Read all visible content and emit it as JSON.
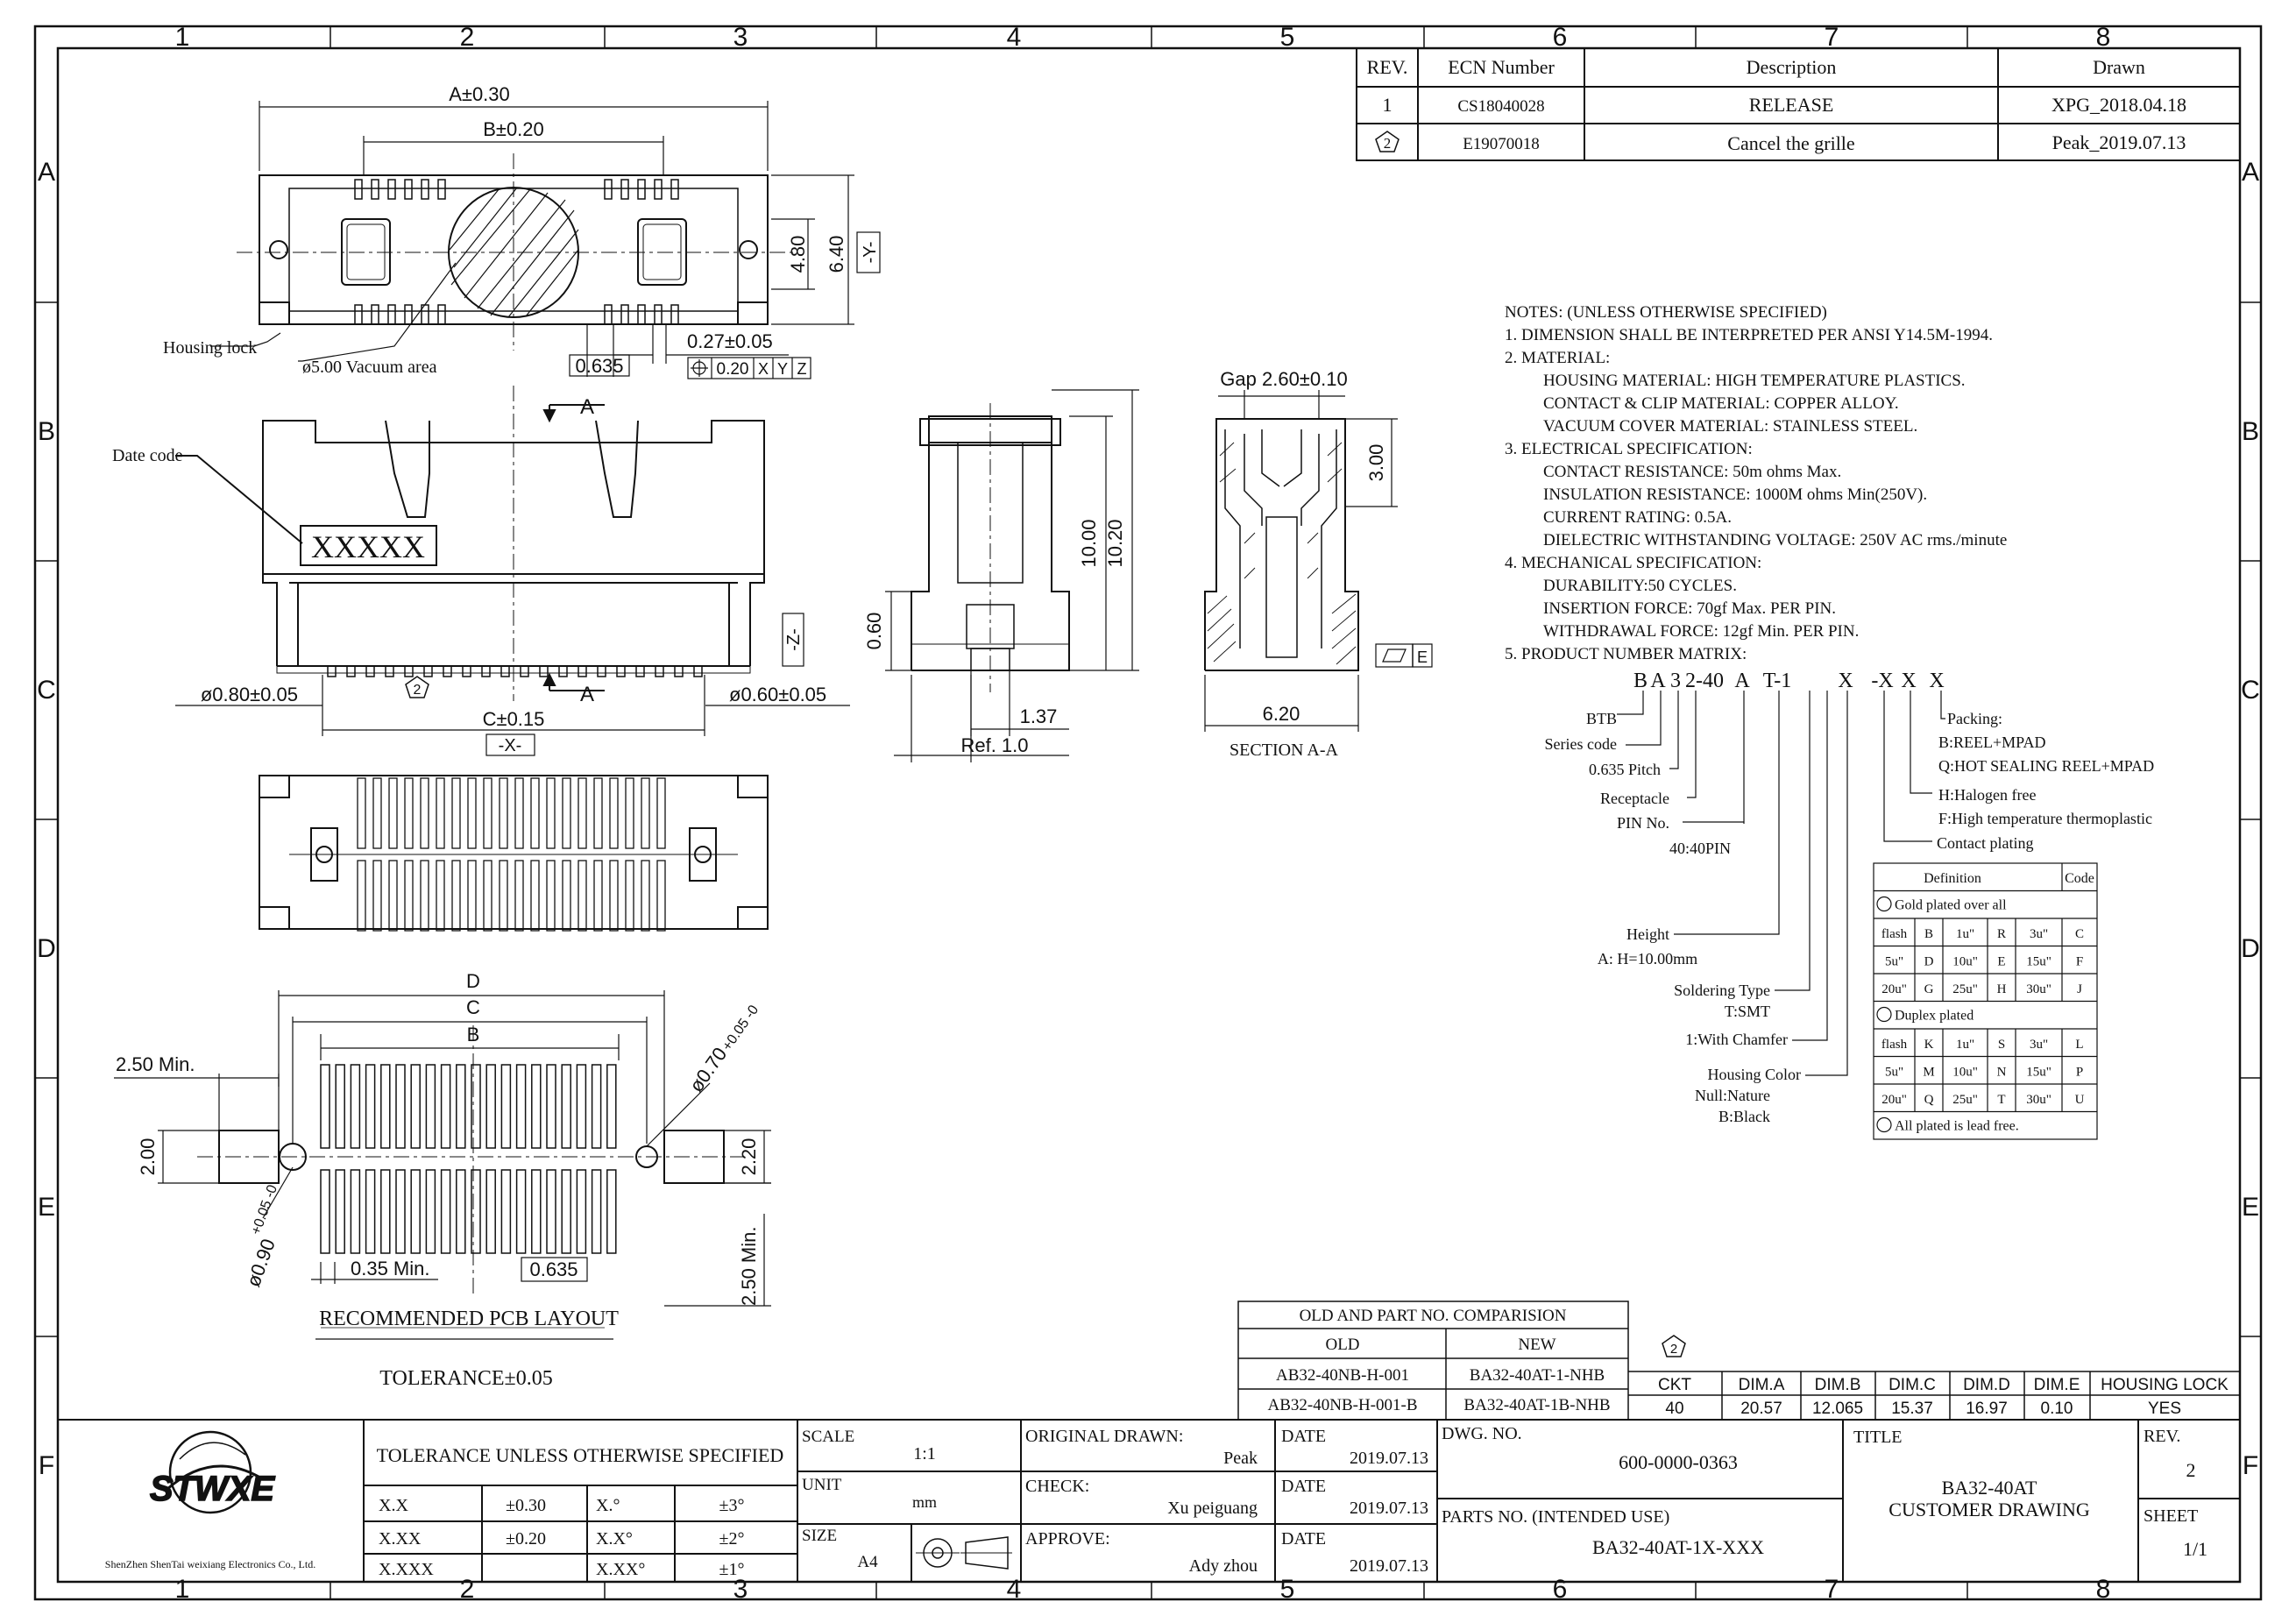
{
  "frame": {
    "col_labels": [
      "1",
      "2",
      "3",
      "4",
      "5",
      "6",
      "7",
      "8"
    ],
    "row_labels": [
      "A",
      "B",
      "C",
      "D",
      "E",
      "F"
    ]
  },
  "revision_table": {
    "headers": [
      "REV.",
      "ECN Number",
      "Description",
      "Drawn"
    ],
    "rows": [
      {
        "rev": "1",
        "ecn": "CS18040028",
        "description": "RELEASE",
        "drawn": "XPG_2018.04.18"
      },
      {
        "rev": "2",
        "ecn": "E19070018",
        "description": "Cancel the grille",
        "drawn": "Peak_2019.07.13"
      }
    ]
  },
  "top_view": {
    "dim_a": "A±0.30",
    "dim_b": "B±0.20",
    "dim_480": "4.80",
    "dim_640": "6.40",
    "datum_y": "-Y-",
    "dim_027": "0.27±0.05",
    "pitch": "0.635",
    "gdt_value": "0.20",
    "gdt_refs": [
      "X",
      "Y",
      "Z"
    ],
    "housing_lock": "Housing lock",
    "vacuum_area": "ø5.00 Vacuum area"
  },
  "front_view": {
    "date_code_label": "Date code",
    "date_code": "XXXXX",
    "section_marker": "A",
    "rev_marker": "2",
    "dim_left": "ø0.80±0.05",
    "dim_right": "ø0.60±0.05",
    "dim_c": "C±0.15",
    "datum_x": "-X-",
    "datum_z": "-Z-"
  },
  "side_view": {
    "dim_060": "0.60",
    "dim_1000": "10.00",
    "dim_1020": "10.20",
    "dim_137": "1.37",
    "ref": "Ref. 1.0"
  },
  "section_view": {
    "gap": "Gap 2.60±0.10",
    "dim_300": "3.00",
    "dim_620": "6.20",
    "label": "SECTION A-A",
    "flatness_ref": "E"
  },
  "pcb_layout": {
    "dim_d": "D",
    "dim_c": "C",
    "dim_b": "B",
    "min_250": "2.50 Min.",
    "dim_200": "2.00",
    "dim_220": "2.20",
    "dim_070": "ø0.70",
    "dim_070_tol": "+0.05 -0",
    "dim_090": "ø0.90",
    "dim_090_tol": "+0.05 -0",
    "min_035": "0.35 Min.",
    "pitch": "0.635",
    "min_250_v": "2.50 Min.",
    "title": "RECOMMENDED PCB LAYOUT",
    "tolerance": "TOLERANCE±0.05"
  },
  "notes": {
    "lines": [
      "NOTES: (UNLESS OTHERWISE SPECIFIED)",
      "1. DIMENSION SHALL BE INTERPRETED PER ANSI Y14.5M-1994.",
      "2. MATERIAL:",
      "    HOUSING MATERIAL: HIGH TEMPERATURE PLASTICS.",
      "    CONTACT & CLIP MATERIAL: COPPER ALLOY.",
      "    VACUUM COVER MATERIAL: STAINLESS STEEL.",
      "3. ELECTRICAL SPECIFICATION:",
      "    CONTACT RESISTANCE: 50m ohms Max.",
      "    INSULATION RESISTANCE: 1000M ohms Min(250V).",
      "    CURRENT RATING: 0.5A.",
      "    DIELECTRIC WITHSTANDING VOLTAGE: 250V AC rms./minute",
      "4. MECHANICAL SPECIFICATION:",
      "    DURABILITY:50 CYCLES.",
      "    INSERTION FORCE: 70gf Max. PER PIN.",
      "    WITHDRAWAL FORCE: 12gf Min. PER PIN.",
      "5. PRODUCT NUMBER MATRIX:"
    ]
  },
  "matrix": {
    "code_chars": [
      "B",
      "A",
      "3",
      "2-40",
      "A",
      "T-1",
      "X",
      "-X",
      "X",
      "X"
    ],
    "labels_left": [
      "BTB",
      "Series code",
      "0.635 Pitch",
      "Receptacle",
      "PIN No.",
      "40:40PIN",
      "Height",
      "A: H=10.00mm",
      "Soldering Type",
      "T:SMT",
      "1:With Chamfer",
      "Housing Color",
      "Null:Nature",
      "B:Black"
    ],
    "labels_right": [
      "Packing:",
      "B:REEL+MPAD",
      "Q:HOT SEALING REEL+MPAD",
      "H:Halogen free",
      "F:High temperature thermoplastic",
      "Contact plating"
    ]
  },
  "plating_table": {
    "headers": [
      "Definition",
      "Code"
    ],
    "gold_title": "Gold plated over all",
    "gold_rows": [
      [
        "flash",
        "B",
        "1u\"",
        "R",
        "3u\"",
        "C"
      ],
      [
        "5u\"",
        "D",
        "10u\"",
        "E",
        "15u\"",
        "F"
      ],
      [
        "20u\"",
        "G",
        "25u\"",
        "H",
        "30u\"",
        "J"
      ]
    ],
    "duplex_title": "Duplex plated",
    "duplex_rows": [
      [
        "flash",
        "K",
        "1u\"",
        "S",
        "3u\"",
        "L"
      ],
      [
        "5u\"",
        "M",
        "10u\"",
        "N",
        "15u\"",
        "P"
      ],
      [
        "20u\"",
        "Q",
        "25u\"",
        "T",
        "30u\"",
        "U"
      ]
    ],
    "footer": "All plated is lead free."
  },
  "comparison": {
    "title": "OLD AND PART NO. COMPARISION",
    "headers": [
      "OLD",
      "NEW"
    ],
    "rows": [
      [
        "AB32-40NB-H-001",
        "BA32-40AT-1-NHB"
      ],
      [
        "AB32-40NB-H-001-B",
        "BA32-40AT-1B-NHB"
      ]
    ]
  },
  "dim_table": {
    "rev_marker": "2",
    "headers": [
      "CKT",
      "DIM.A",
      "DIM.B",
      "DIM.C",
      "DIM.D",
      "DIM.E",
      "HOUSING LOCK"
    ],
    "row": [
      "40",
      "20.57",
      "12.065",
      "15.37",
      "16.97",
      "0.10",
      "YES"
    ]
  },
  "title_block": {
    "company_logo": "STWXE",
    "company_name": "ShenZhen ShenTai weixiang Electronics Co., Ltd.",
    "tolerance_title": "TOLERANCE UNLESS OTHERWISE SPECIFIED",
    "tol_rows": [
      [
        "X.X",
        "±0.30",
        "X.°",
        "±3°"
      ],
      [
        "X.XX",
        "±0.20",
        "X.X°",
        "±2°"
      ],
      [
        "X.XXX",
        "",
        "X.XX°",
        "±1°"
      ]
    ],
    "scale_label": "SCALE",
    "scale": "1:1",
    "unit_label": "UNIT",
    "unit": "mm",
    "size_label": "SIZE",
    "size": "A4",
    "orig_label": "ORIGINAL DRAWN:",
    "orig": "Peak",
    "check_label": "CHECK:",
    "check": "Xu peiguang",
    "approve_label": "APPROVE:",
    "approve": "Ady zhou",
    "date_label": "DATE",
    "date1": "2019.07.13",
    "date2": "2019.07.13",
    "date3": "2019.07.13",
    "dwg_label": "DWG. NO.",
    "dwg": "600-0000-0363",
    "parts_label": "PARTS NO. (INTENDED USE)",
    "parts": "BA32-40AT-1X-XXX",
    "title_label": "TITLE",
    "title1": "BA32-40AT",
    "title2": "CUSTOMER DRAWING",
    "rev_label": "REV.",
    "rev": "2",
    "sheet_label": "SHEET",
    "sheet": "1/1"
  }
}
